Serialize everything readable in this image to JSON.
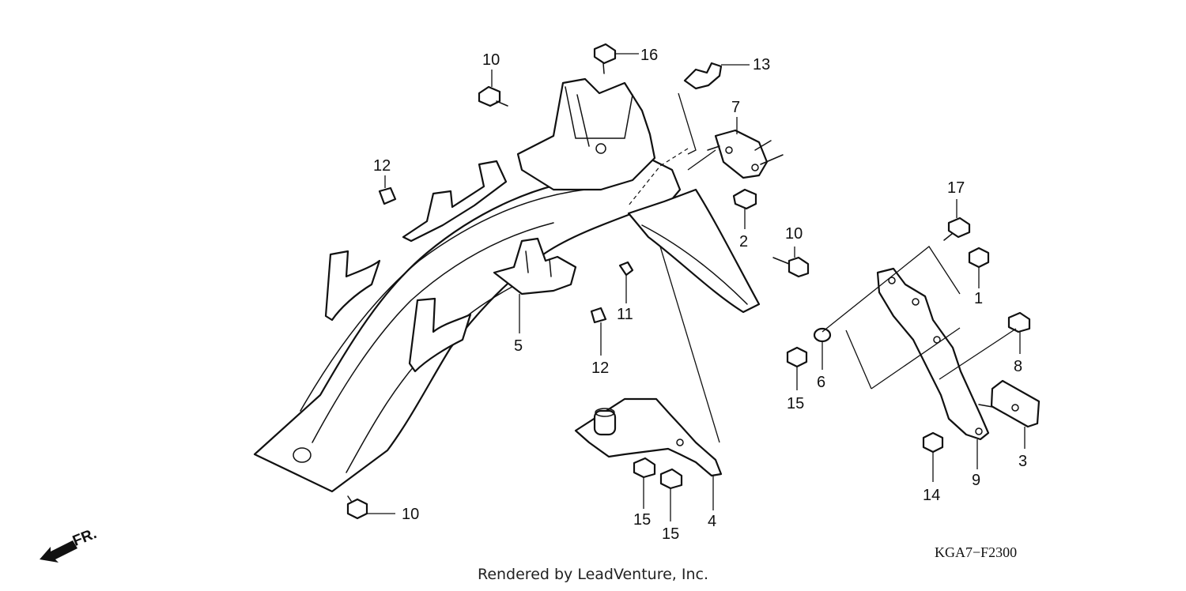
{
  "diagram": {
    "code": "KGA7−F2300",
    "credit": "Rendered by LeadVenture, Inc.",
    "direction": "FR.",
    "callouts": [
      "10",
      "16",
      "13",
      "7",
      "12",
      "17",
      "10",
      "2",
      "1",
      "11",
      "5",
      "12",
      "8",
      "15",
      "6",
      "3",
      "14",
      "9",
      "15",
      "15",
      "4",
      "10"
    ]
  }
}
